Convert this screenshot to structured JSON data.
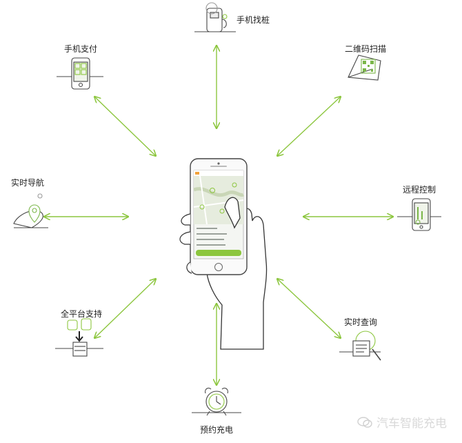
{
  "features": {
    "find_charger": "手机找桩",
    "qr_scan": "二维码扫描",
    "mobile_pay": "手机支付",
    "realtime_nav": "实时导航",
    "remote_control": "远程控制",
    "multi_platform": "全平台支持",
    "realtime_query": "实时查询",
    "reserve_charge": "预约充电"
  },
  "watermark": "汽车智能充电",
  "colors": {
    "arrow": "#8cc63e",
    "line": "#333333",
    "accent": "#7ab648"
  }
}
